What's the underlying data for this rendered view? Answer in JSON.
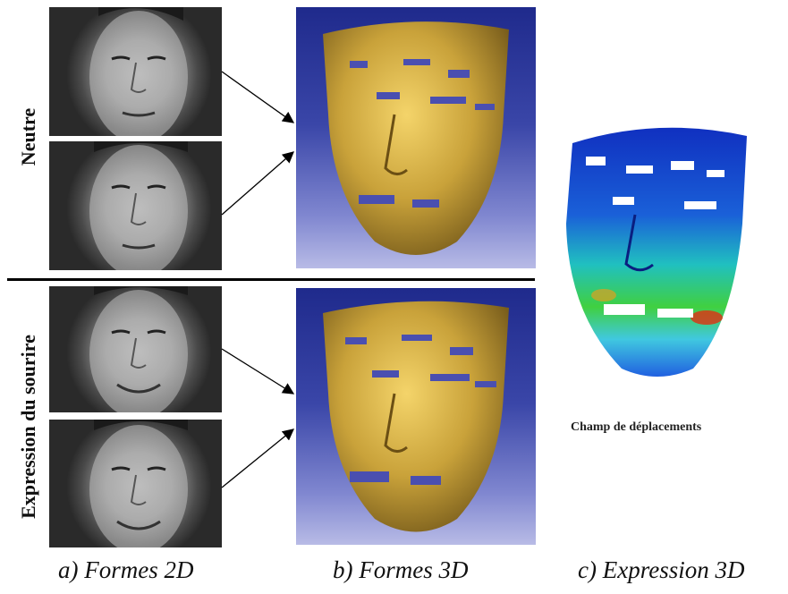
{
  "labels": {
    "neutral": "Neutre",
    "smile": "Expression du sourire",
    "displacement_field": "Champ de déplacements"
  },
  "captions": {
    "a": "a) Formes 2D",
    "b": "b) Formes 3D",
    "c": "c) Expression 3D"
  },
  "colors": {
    "mesh_gold": "#c9a23a",
    "render_background": "#2f3a9e",
    "heatmap_low": "#1030c0",
    "heatmap_high": "#e03010"
  }
}
